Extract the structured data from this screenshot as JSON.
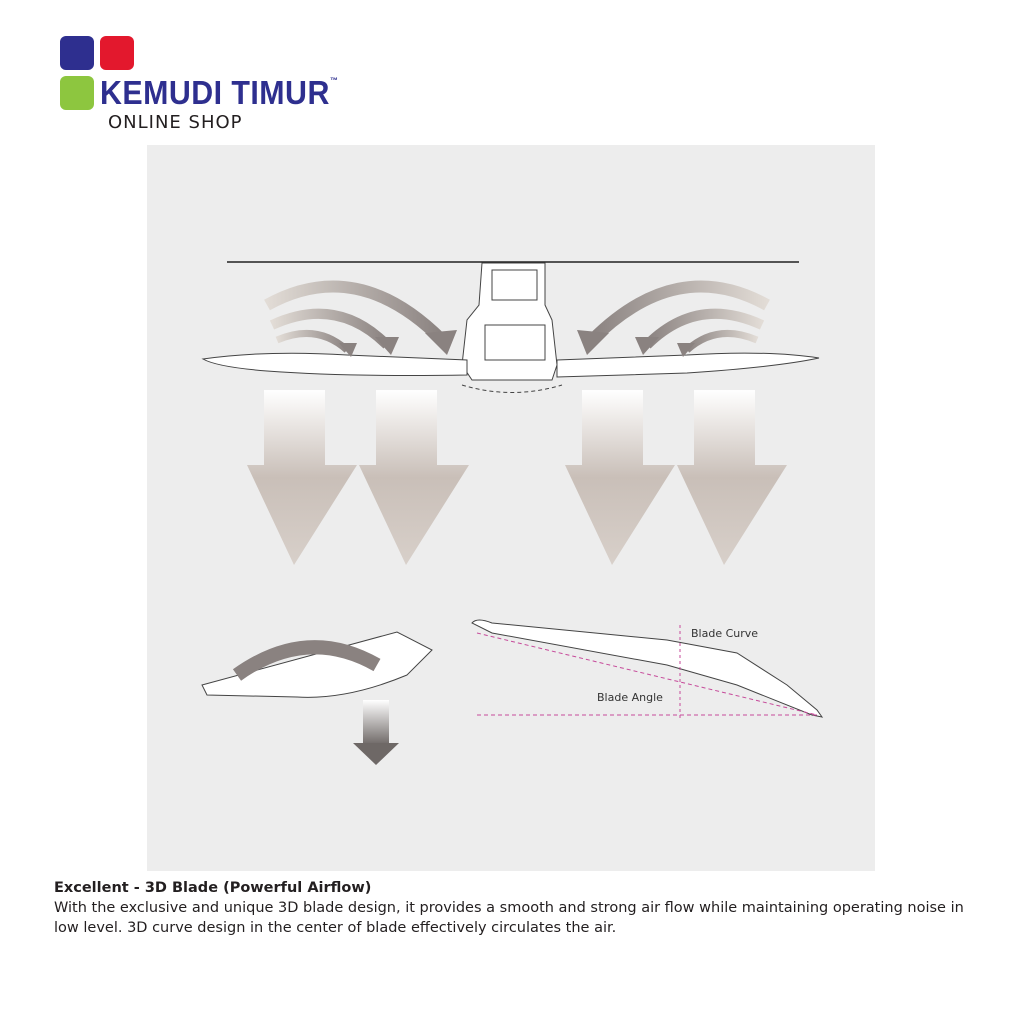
{
  "logo": {
    "brand": "KEMUDI TIMUR",
    "trademark": "™",
    "tagline": "ONLINE SHOP",
    "colors": {
      "blue": "#2e2f8f",
      "red": "#e3182d",
      "green": "#8dc63f"
    }
  },
  "diagram": {
    "labels": {
      "blade_curve": "Blade Curve",
      "blade_angle": "Blade Angle"
    },
    "icons": [
      "ceiling-fan",
      "airflow-arrows",
      "down-arrows",
      "blade-curve-arrow",
      "blade-profile"
    ]
  },
  "caption": {
    "title": "Excellent - 3D Blade (Powerful Airflow)",
    "body": "With the exclusive and unique 3D blade design, it provides a smooth and strong air flow while maintaining operating noise in low level. 3D curve design in the center of blade effectively circulates the air."
  }
}
